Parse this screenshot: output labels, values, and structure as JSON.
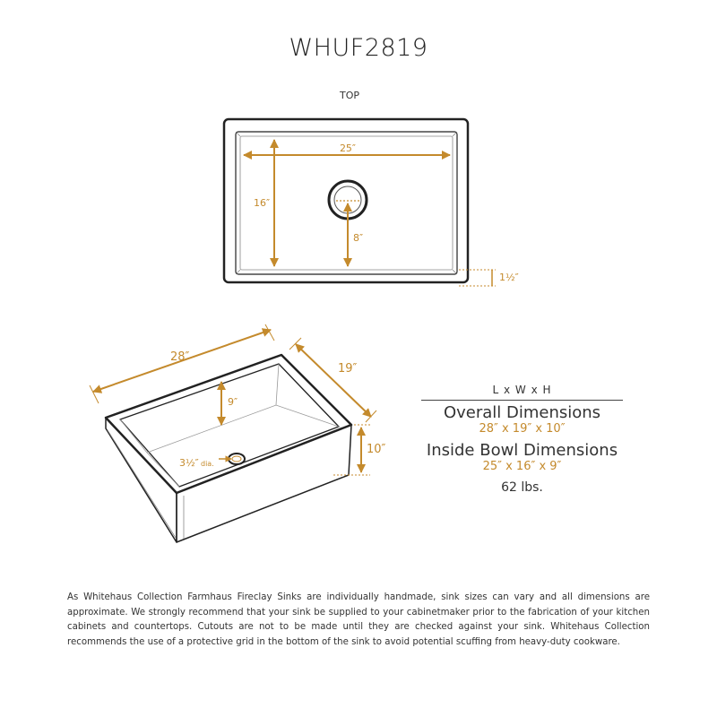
{
  "title": "WHUF2819",
  "top_view": {
    "label": "TOP",
    "length": "25″",
    "width": "16″",
    "drain_offset": "8″",
    "rim": "1½″"
  },
  "iso_view": {
    "length": "28″",
    "width": "19″",
    "depth": "9″",
    "height": "10″",
    "drain": "3½″",
    "drain_suffix": "dia."
  },
  "specs": {
    "lwh": "L x W x H",
    "overall_label": "Overall Dimensions",
    "overall_value": "28″ x 19″ x 10″",
    "bowl_label": "Inside Bowl Dimensions",
    "bowl_value": "25″ x 16″ x 9″",
    "weight": "62 lbs."
  },
  "disclaimer": "As Whitehaus Collection Farmhaus Fireclay Sinks are individually handmade, sink sizes can vary and all dimensions are approximate. We strongly recommend that your sink be supplied to your cabinetmaker prior to the fabrication of your kitchen cabinets and countertops. Cutouts are not to be made until they are checked against your sink. Whitehaus Collection recommends the use of a protective grid in the bottom of the sink to avoid potential scuffing from heavy-duty cookware.",
  "colors": {
    "accent": "#c48a2c",
    "line": "#222222"
  }
}
